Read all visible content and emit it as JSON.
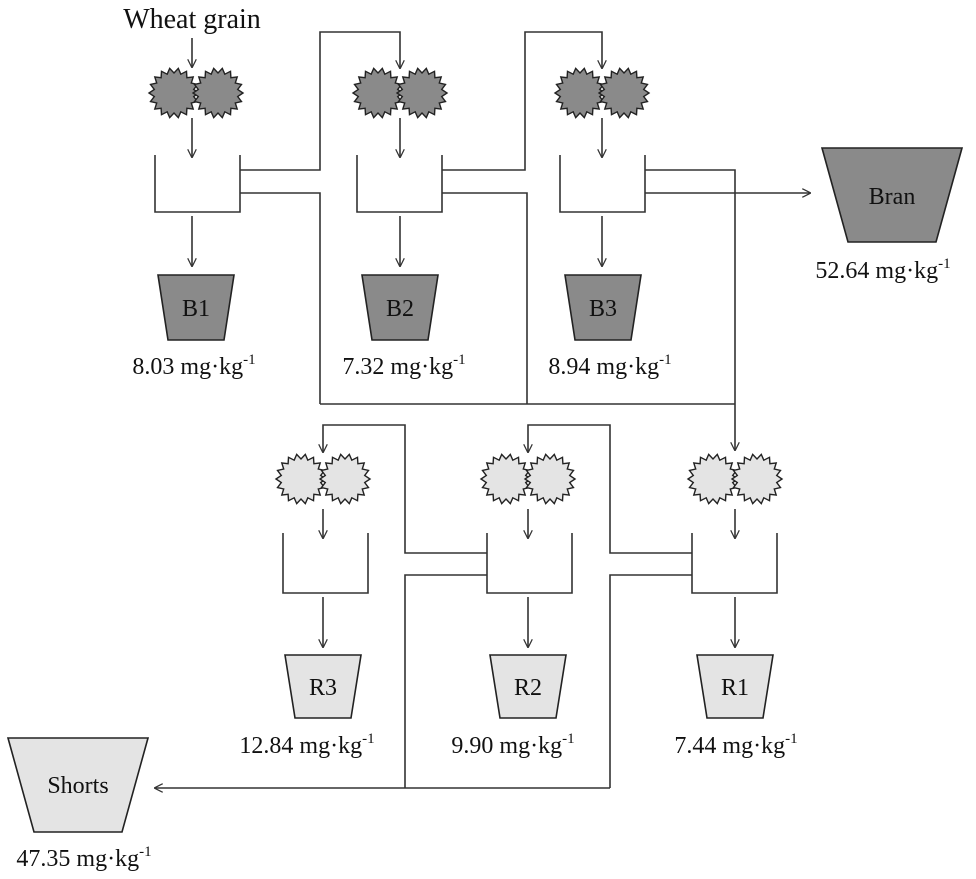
{
  "input_label": "Wheat grain",
  "colors": {
    "break_fill": "#8a8a8a",
    "reduction_fill": "#e4e4e4",
    "line": "#333333"
  },
  "break_products": [
    {
      "label": "B1",
      "value": "8.03",
      "unit_main": "mg·kg",
      "unit_exp": "-1"
    },
    {
      "label": "B2",
      "value": "7.32",
      "unit_main": "mg·kg",
      "unit_exp": "-1"
    },
    {
      "label": "B3",
      "value": "8.94",
      "unit_main": "mg·kg",
      "unit_exp": "-1"
    }
  ],
  "reduction_products": [
    {
      "label": "R3",
      "value": "12.84",
      "unit_main": "mg·kg",
      "unit_exp": "-1"
    },
    {
      "label": "R2",
      "value": "9.90",
      "unit_main": "mg·kg",
      "unit_exp": "-1"
    },
    {
      "label": "R1",
      "value": "7.44",
      "unit_main": "mg·kg",
      "unit_exp": "-1"
    }
  ],
  "bran": {
    "label": "Bran",
    "value": "52.64",
    "unit_main": "mg·kg",
    "unit_exp": "-1"
  },
  "shorts": {
    "label": "Shorts",
    "value": "47.35",
    "unit_main": "mg·kg",
    "unit_exp": "-1"
  }
}
